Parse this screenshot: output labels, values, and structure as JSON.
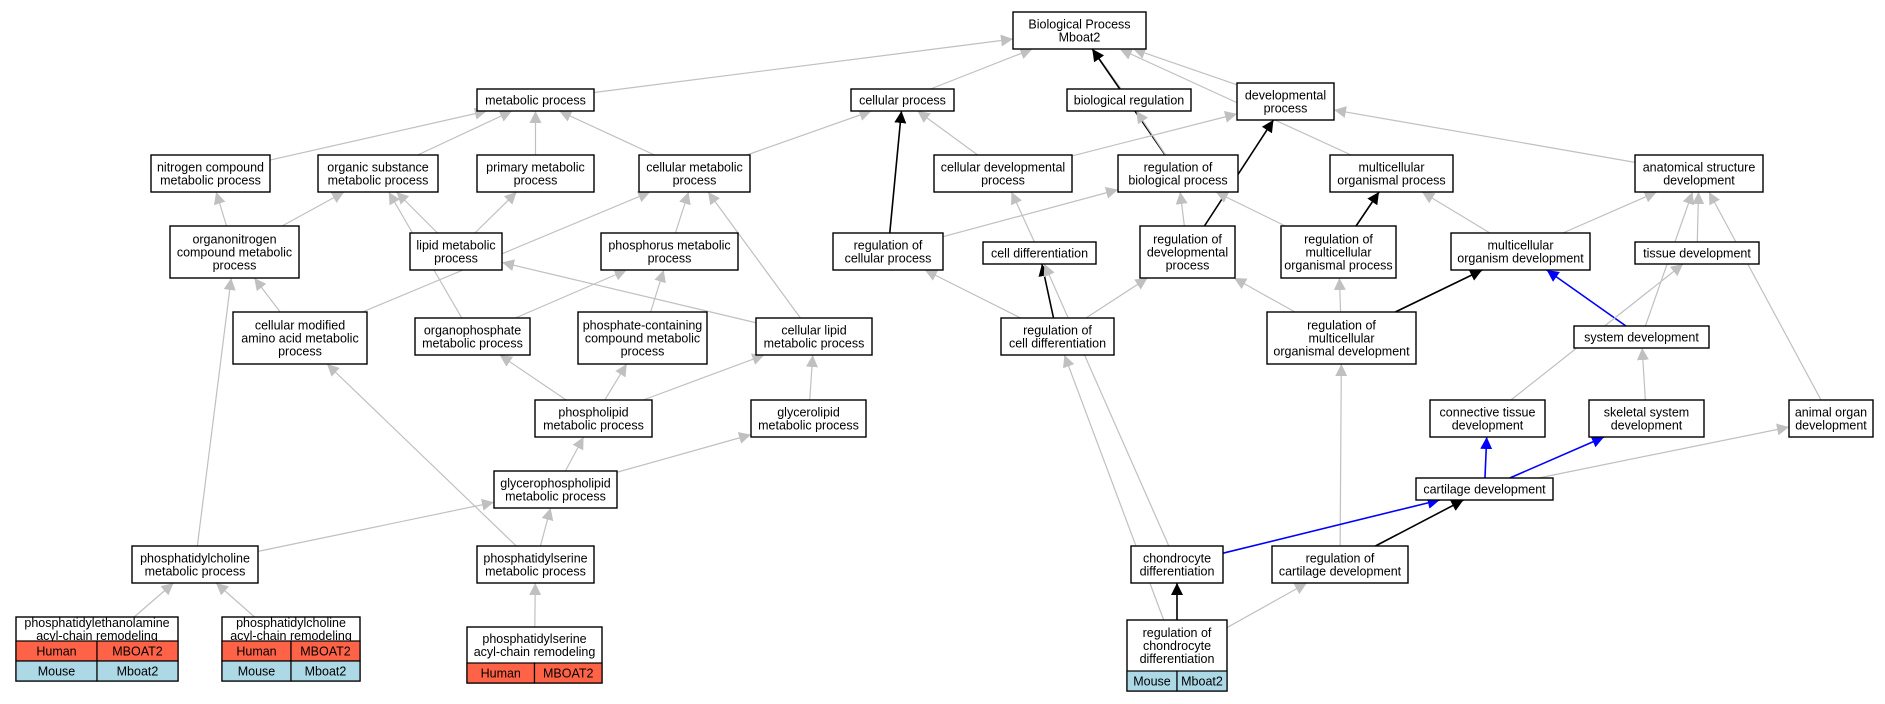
{
  "colors": {
    "edge_grey": "#c0c0c0",
    "edge_black": "#000000",
    "edge_blue": "#0000ff",
    "human": "#ff6347",
    "mouse": "#add8e6"
  },
  "nodes": [
    {
      "id": "bp",
      "lines": [
        "Biological Process",
        "Mboat2"
      ]
    },
    {
      "id": "metabolic",
      "lines": [
        "metabolic process"
      ]
    },
    {
      "id": "cellular",
      "lines": [
        "cellular process"
      ]
    },
    {
      "id": "bioreg",
      "lines": [
        "biological regulation"
      ]
    },
    {
      "id": "devproc",
      "lines": [
        "developmental",
        "process"
      ]
    },
    {
      "id": "nitrogen",
      "lines": [
        "nitrogen compound",
        "metabolic process"
      ]
    },
    {
      "id": "organic",
      "lines": [
        "organic substance",
        "metabolic process"
      ]
    },
    {
      "id": "primary",
      "lines": [
        "primary metabolic",
        "process"
      ]
    },
    {
      "id": "cellmetab",
      "lines": [
        "cellular metabolic",
        "process"
      ]
    },
    {
      "id": "celldev",
      "lines": [
        "cellular developmental",
        "process"
      ]
    },
    {
      "id": "regbio",
      "lines": [
        "regulation of",
        "biological process"
      ]
    },
    {
      "id": "multiorg",
      "lines": [
        "multicellular",
        "organismal process"
      ]
    },
    {
      "id": "anatdev",
      "lines": [
        "anatomical structure",
        "development"
      ]
    },
    {
      "id": "organonitro",
      "lines": [
        "organonitrogen",
        "compound metabolic",
        "process"
      ]
    },
    {
      "id": "lipid",
      "lines": [
        "lipid metabolic",
        "process"
      ]
    },
    {
      "id": "phosphorus",
      "lines": [
        "phosphorus metabolic",
        "process"
      ]
    },
    {
      "id": "regcell",
      "lines": [
        "regulation of",
        "cellular process"
      ]
    },
    {
      "id": "celldiff",
      "lines": [
        "cell differentiation"
      ]
    },
    {
      "id": "regdev",
      "lines": [
        "regulation of",
        "developmental",
        "process"
      ]
    },
    {
      "id": "regmultiorg",
      "lines": [
        "regulation of",
        "multicellular",
        "organismal process"
      ]
    },
    {
      "id": "multidev",
      "lines": [
        "multicellular",
        "organism development"
      ]
    },
    {
      "id": "tissue",
      "lines": [
        "tissue development"
      ]
    },
    {
      "id": "cellmod",
      "lines": [
        "cellular modified",
        "amino acid metabolic",
        "process"
      ]
    },
    {
      "id": "organophos",
      "lines": [
        "organophosphate",
        "metabolic process"
      ]
    },
    {
      "id": "phoscont",
      "lines": [
        "phosphate-containing",
        "compound metabolic",
        "process"
      ]
    },
    {
      "id": "celllipid",
      "lines": [
        "cellular lipid",
        "metabolic process"
      ]
    },
    {
      "id": "regcelldiff",
      "lines": [
        "regulation of",
        "cell differentiation"
      ]
    },
    {
      "id": "regmultidev",
      "lines": [
        "regulation of",
        "multicellular",
        "organismal development"
      ]
    },
    {
      "id": "sysdev",
      "lines": [
        "system development"
      ]
    },
    {
      "id": "phospholipid",
      "lines": [
        "phospholipid",
        "metabolic process"
      ]
    },
    {
      "id": "glycerolipid",
      "lines": [
        "glycerolipid",
        "metabolic process"
      ]
    },
    {
      "id": "conntissue",
      "lines": [
        "connective tissue",
        "development"
      ]
    },
    {
      "id": "skeletal",
      "lines": [
        "skeletal system",
        "development"
      ]
    },
    {
      "id": "animalorgan",
      "lines": [
        "animal organ",
        "development"
      ]
    },
    {
      "id": "glycerophos",
      "lines": [
        "glycerophospholipid",
        "metabolic process"
      ]
    },
    {
      "id": "cartdev",
      "lines": [
        "cartilage development"
      ]
    },
    {
      "id": "pcmetab",
      "lines": [
        "phosphatidylcholine",
        "metabolic process"
      ]
    },
    {
      "id": "psmetab",
      "lines": [
        "phosphatidylserine",
        "metabolic process"
      ]
    },
    {
      "id": "chondiff",
      "lines": [
        "chondrocyte",
        "differentiation"
      ]
    },
    {
      "id": "regcart",
      "lines": [
        "regulation of",
        "cartilage development"
      ]
    },
    {
      "id": "peremodel",
      "lines": [
        "phosphatidylethanolamine",
        "acyl-chain remodeling"
      ],
      "rows": [
        [
          "Human",
          "MBOAT2"
        ],
        [
          "Mouse",
          "Mboat2"
        ]
      ]
    },
    {
      "id": "pcremodel",
      "lines": [
        "phosphatidylcholine",
        "acyl-chain remodeling"
      ],
      "rows": [
        [
          "Human",
          "MBOAT2"
        ],
        [
          "Mouse",
          "Mboat2"
        ]
      ]
    },
    {
      "id": "psremodel",
      "lines": [
        "phosphatidylserine",
        "acyl-chain remodeling"
      ],
      "rows": [
        [
          "Human",
          "MBOAT2"
        ]
      ]
    },
    {
      "id": "regchondiff",
      "lines": [
        "regulation of",
        "chondrocyte",
        "differentiation"
      ],
      "rows": [
        [
          "Mouse",
          "Mboat2"
        ]
      ]
    }
  ],
  "edges": [
    {
      "from": "metabolic",
      "to": "bp",
      "color": "grey"
    },
    {
      "from": "cellular",
      "to": "bp",
      "color": "grey"
    },
    {
      "from": "bioreg",
      "to": "bp",
      "color": "grey"
    },
    {
      "from": "devproc",
      "to": "bp",
      "color": "grey"
    },
    {
      "from": "regbio",
      "to": "bp",
      "color": "black"
    },
    {
      "from": "multiorg",
      "to": "bp",
      "color": "grey"
    },
    {
      "from": "nitrogen",
      "to": "metabolic",
      "color": "grey"
    },
    {
      "from": "organic",
      "to": "metabolic",
      "color": "grey"
    },
    {
      "from": "primary",
      "to": "metabolic",
      "color": "grey"
    },
    {
      "from": "cellmetab",
      "to": "metabolic",
      "color": "grey"
    },
    {
      "from": "cellmetab",
      "to": "cellular",
      "color": "grey"
    },
    {
      "from": "celldev",
      "to": "cellular",
      "color": "grey"
    },
    {
      "from": "regcell",
      "to": "cellular",
      "color": "black"
    },
    {
      "from": "regbio",
      "to": "bioreg",
      "color": "grey"
    },
    {
      "from": "celldev",
      "to": "devproc",
      "color": "grey"
    },
    {
      "from": "anatdev",
      "to": "devproc",
      "color": "grey"
    },
    {
      "from": "regdev",
      "to": "devproc",
      "color": "black"
    },
    {
      "from": "organonitro",
      "to": "nitrogen",
      "color": "grey"
    },
    {
      "from": "organonitro",
      "to": "organic",
      "color": "grey"
    },
    {
      "from": "lipid",
      "to": "organic",
      "color": "grey"
    },
    {
      "from": "lipid",
      "to": "primary",
      "color": "grey"
    },
    {
      "from": "organophos",
      "to": "organic",
      "color": "grey"
    },
    {
      "from": "phosphorus",
      "to": "cellmetab",
      "color": "grey"
    },
    {
      "from": "cellmod",
      "to": "cellmetab",
      "color": "grey"
    },
    {
      "from": "celllipid",
      "to": "cellmetab",
      "color": "grey"
    },
    {
      "from": "celldiff",
      "to": "celldev",
      "color": "grey"
    },
    {
      "from": "regcell",
      "to": "regbio",
      "color": "grey"
    },
    {
      "from": "regdev",
      "to": "regbio",
      "color": "grey"
    },
    {
      "from": "regmultiorg",
      "to": "regbio",
      "color": "grey"
    },
    {
      "from": "regmultiorg",
      "to": "multiorg",
      "color": "black"
    },
    {
      "from": "multidev",
      "to": "multiorg",
      "color": "grey"
    },
    {
      "from": "multidev",
      "to": "anatdev",
      "color": "grey"
    },
    {
      "from": "tissue",
      "to": "anatdev",
      "color": "grey"
    },
    {
      "from": "sysdev",
      "to": "anatdev",
      "color": "grey"
    },
    {
      "from": "animalorgan",
      "to": "anatdev",
      "color": "grey"
    },
    {
      "from": "cellmod",
      "to": "organonitro",
      "color": "grey"
    },
    {
      "from": "pcmetab",
      "to": "organonitro",
      "color": "grey"
    },
    {
      "from": "celllipid",
      "to": "lipid",
      "color": "grey"
    },
    {
      "from": "organophos",
      "to": "phosphorus",
      "color": "grey"
    },
    {
      "from": "phoscont",
      "to": "phosphorus",
      "color": "grey"
    },
    {
      "from": "regcelldiff",
      "to": "regcell",
      "color": "grey"
    },
    {
      "from": "regcelldiff",
      "to": "celldiff",
      "color": "black"
    },
    {
      "from": "chondiff",
      "to": "celldiff",
      "color": "grey"
    },
    {
      "from": "regcelldiff",
      "to": "regdev",
      "color": "grey"
    },
    {
      "from": "regmultidev",
      "to": "regdev",
      "color": "grey"
    },
    {
      "from": "regmultidev",
      "to": "regmultiorg",
      "color": "grey"
    },
    {
      "from": "regmultidev",
      "to": "multidev",
      "color": "black"
    },
    {
      "from": "sysdev",
      "to": "multidev",
      "color": "blue"
    },
    {
      "from": "conntissue",
      "to": "tissue",
      "color": "grey"
    },
    {
      "from": "phospholipid",
      "to": "organophos",
      "color": "grey"
    },
    {
      "from": "phospholipid",
      "to": "phoscont",
      "color": "grey"
    },
    {
      "from": "phospholipid",
      "to": "celllipid",
      "color": "grey"
    },
    {
      "from": "glycerolipid",
      "to": "celllipid",
      "color": "grey"
    },
    {
      "from": "regchondiff",
      "to": "regcelldiff",
      "color": "grey"
    },
    {
      "from": "regcart",
      "to": "regmultidev",
      "color": "grey"
    },
    {
      "from": "skeletal",
      "to": "sysdev",
      "color": "grey"
    },
    {
      "from": "glycerophos",
      "to": "phospholipid",
      "color": "grey"
    },
    {
      "from": "glycerophos",
      "to": "glycerolipid",
      "color": "grey"
    },
    {
      "from": "cartdev",
      "to": "conntissue",
      "color": "blue"
    },
    {
      "from": "cartdev",
      "to": "skeletal",
      "color": "blue"
    },
    {
      "from": "cartdev",
      "to": "animalorgan",
      "color": "grey"
    },
    {
      "from": "pcmetab",
      "to": "glycerophos",
      "color": "grey"
    },
    {
      "from": "psmetab",
      "to": "glycerophos",
      "color": "grey"
    },
    {
      "from": "psmetab",
      "to": "cellmod",
      "color": "grey"
    },
    {
      "from": "chondiff",
      "to": "cartdev",
      "color": "blue"
    },
    {
      "from": "regcart",
      "to": "cartdev",
      "color": "black"
    },
    {
      "from": "peremodel",
      "to": "pcmetab",
      "color": "grey"
    },
    {
      "from": "pcremodel",
      "to": "pcmetab",
      "color": "grey"
    },
    {
      "from": "psremodel",
      "to": "psmetab",
      "color": "grey"
    },
    {
      "from": "regchondiff",
      "to": "chondiff",
      "color": "black"
    },
    {
      "from": "regchondiff",
      "to": "regcart",
      "color": "grey"
    }
  ]
}
